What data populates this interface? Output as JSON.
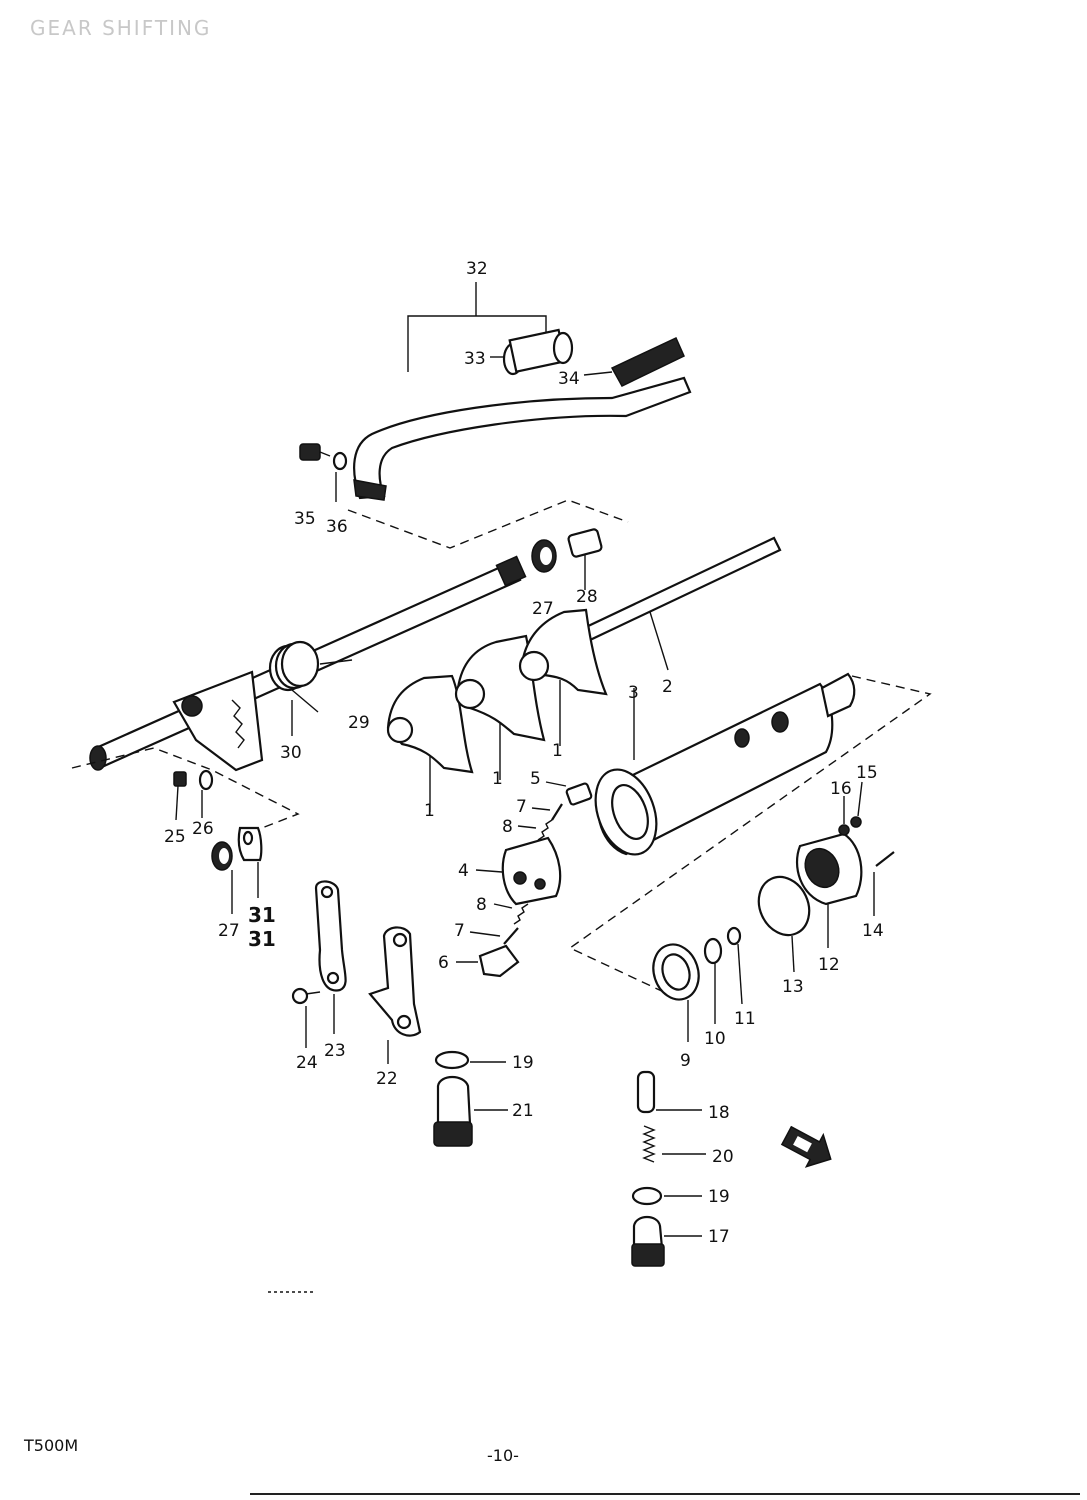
{
  "header": {
    "title": "GEAR SHIFTING"
  },
  "footer": {
    "model": "T500M",
    "page": "-10-"
  },
  "callouts": {
    "c1a": "1",
    "c1b": "1",
    "c1c": "1",
    "c2": "2",
    "c3": "3",
    "c4": "4",
    "c5": "5",
    "c6": "6",
    "c7a": "7",
    "c7b": "7",
    "c8a": "8",
    "c8b": "8",
    "c9": "9",
    "c10": "10",
    "c11": "11",
    "c12": "12",
    "c13": "13",
    "c14": "14",
    "c15": "15",
    "c16": "16",
    "c17": "17",
    "c18": "18",
    "c19a": "19",
    "c19b": "19",
    "c20": "20",
    "c21": "21",
    "c22": "22",
    "c23": "23",
    "c24": "24",
    "c25": "25",
    "c26": "26",
    "c27a": "27",
    "c27b": "27",
    "c28": "28",
    "c29": "29",
    "c30": "30",
    "c31a": "31",
    "c31b": "31",
    "c32": "32",
    "c33": "33",
    "c34": "34",
    "c35": "35",
    "c36": "36"
  },
  "icons": {
    "direction_arrow": "front-arrow-icon"
  }
}
